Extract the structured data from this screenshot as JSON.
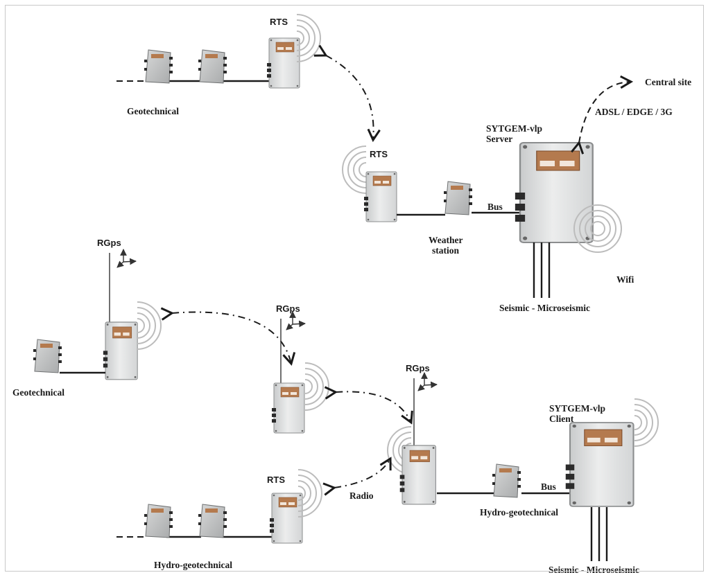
{
  "labels": {
    "rts_top": "RTS",
    "rts_mid": "RTS",
    "rts_bottom": "RTS",
    "geotechnical_top": "Geotechnical",
    "geotechnical_left": "Geotechnical",
    "hydro_geotechnical_bottom": "Hydro-geotechnical",
    "hydro_geotechnical_client": "Hydro-geotechnical",
    "central_site": "Central site",
    "adsl": "ADSL / EDGE / 3G",
    "server_line1": "SYTGEM-vlp",
    "server_line2": "Server",
    "client_line1": "SYTGEM-vlp",
    "client_line2": "Client",
    "bus_server": "Bus",
    "bus_client": "Bus",
    "weather_line1": "Weather",
    "weather_line2": "station",
    "wifi": "Wifi",
    "seismic_server": "Seismic - Microseismic",
    "seismic_client": "Seismic - Microseismic",
    "rgps_left": "RGps",
    "rgps_mid": "RGps",
    "rgps_right": "RGps",
    "radio": "Radio"
  }
}
